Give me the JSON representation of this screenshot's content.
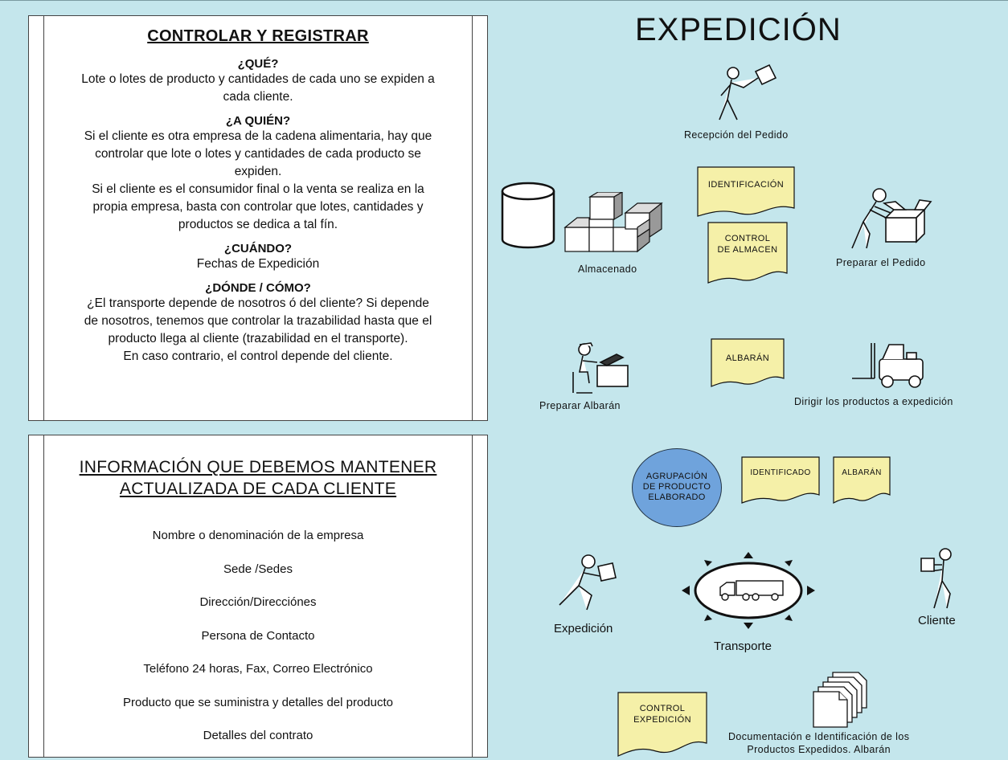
{
  "title": "EXPEDICIÓN",
  "controlar": {
    "heading": "CONTROLAR Y REGISTRAR",
    "sections": [
      {
        "q": "¿QUÉ?",
        "lines": [
          "Lote o lotes de producto y cantidades de cada uno se expiden a",
          "cada cliente."
        ]
      },
      {
        "q": "¿A QUIÉN?",
        "lines": [
          "Si el cliente es otra empresa de la cadena alimentaria, hay que",
          "controlar que lote o lotes y cantidades de cada producto se",
          "expiden.",
          "Si el cliente es el consumidor final o la venta se realiza en la",
          "propia empresa, basta con controlar que lotes, cantidades y",
          "productos se dedica a tal fín."
        ]
      },
      {
        "q": "¿CUÁNDO?",
        "lines": [
          "Fechas de Expedición"
        ]
      },
      {
        "q": "¿DÓNDE / CÓMO?",
        "lines": [
          "¿El transporte depende de nosotros ó del cliente? Si depende",
          "de nosotros, tenemos que controlar la trazabilidad hasta que el",
          "producto llega al cliente (trazabilidad en el transporte).",
          "En caso contrario, el control depende del cliente."
        ]
      }
    ]
  },
  "info": {
    "heading_line1": "INFORMACIÓN QUE DEBEMOS MANTENER",
    "heading_line2": "ACTUALIZADA DE CADA CLIENTE",
    "items": [
      "Nombre o denominación de la empresa",
      "Sede /Sedes",
      "Dirección/Direcciónes",
      "Persona de Contacto",
      "Teléfono 24 horas, Fax, Correo Electrónico",
      "Producto que se suministra y detalles del producto",
      "Detalles del contrato"
    ]
  },
  "labels": {
    "recepcion": "Recepción del Pedido",
    "almacenado": "Almacenado",
    "preparar_pedido": "Preparar el Pedido",
    "preparar_albaran": "Preparar Albarán",
    "dirigir": "Dirigir los productos a expedición",
    "expedicion": "Expedición",
    "transporte": "Transporte",
    "cliente": "Cliente",
    "documentacion_line1": "Documentación e Identificación de los",
    "documentacion_line2": "Productos Expedidos. Albarán"
  },
  "docs": {
    "identificacion": "IDENTIFICACIÓN",
    "control_almacen_line1": "CONTROL",
    "control_almacen_line2": "DE ALMACEN",
    "albaran1": "ALBARÁN",
    "identificado": "IDENTIFICADO",
    "albaran2": "ALBARÁN",
    "control_expedicion_line1": "CONTROL",
    "control_expedicion_line2": "EXPEDICIÓN"
  },
  "agrupacion": {
    "line1": "AGRUPACIÓN",
    "line2": "DE PRODUCTO",
    "line3": "ELABORADO"
  },
  "colors": {
    "background": "#c4e6ec",
    "document": "#f5f0a8",
    "agrupacion": "#6fa3dc",
    "panel": "#ffffff"
  }
}
